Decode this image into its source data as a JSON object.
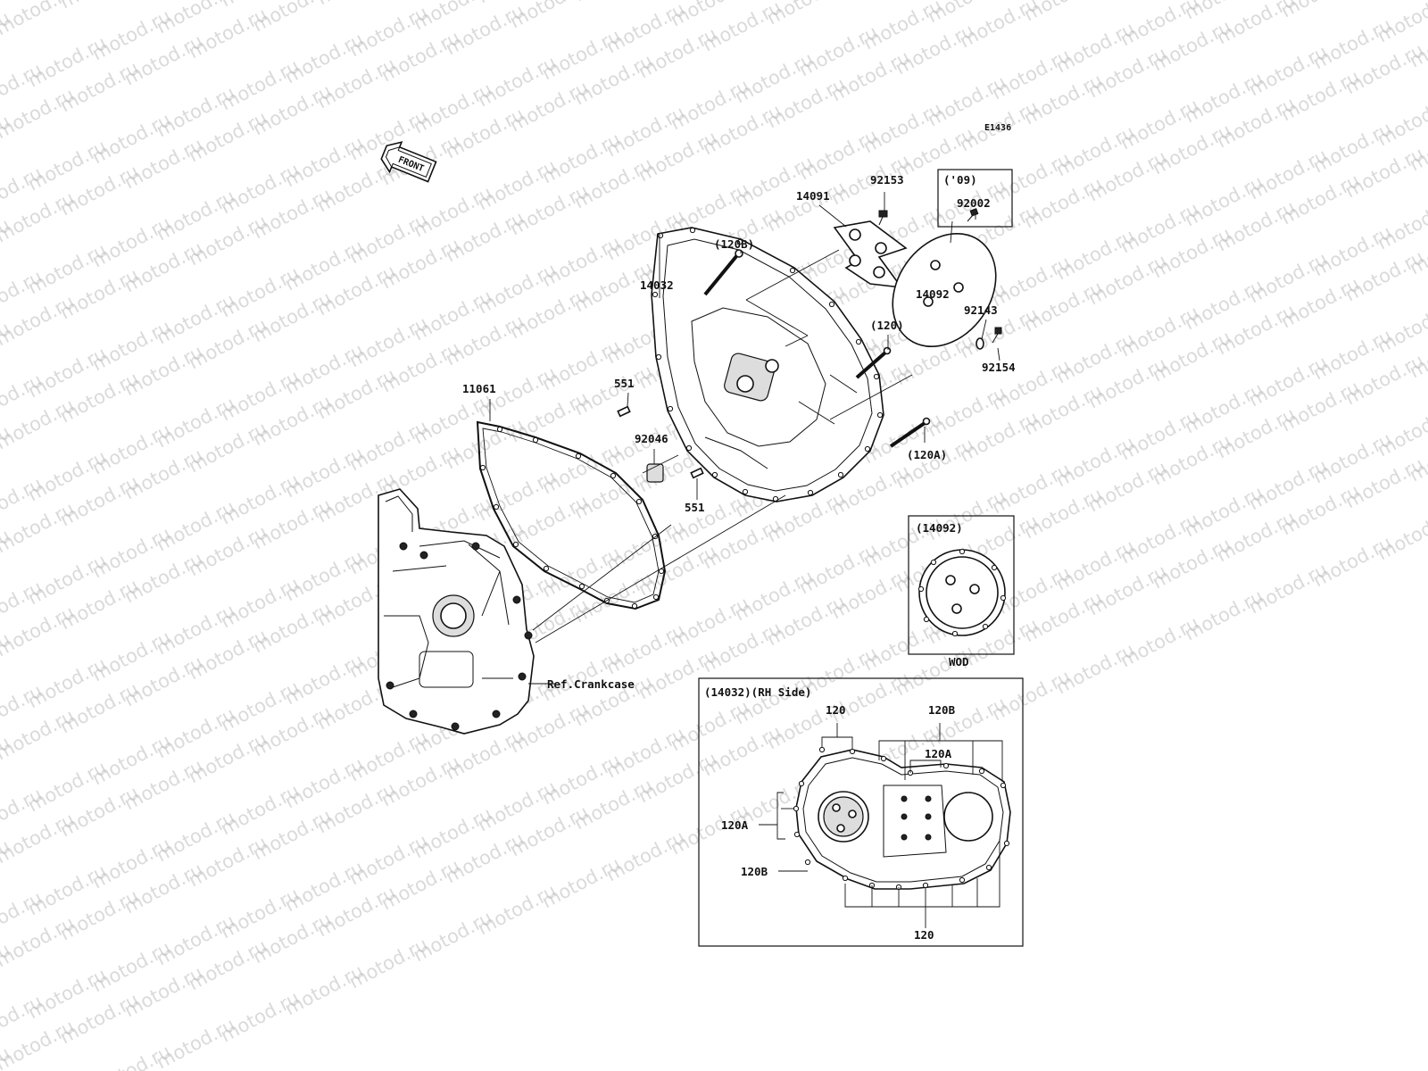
{
  "watermark": "motod.ru",
  "diagram_code": "E1436",
  "front_arrow_label": "FRONT",
  "parts": {
    "p92153": "92153",
    "p14091": "14091",
    "p120B": "(120B)",
    "p14032": "14032",
    "p14092": "14092",
    "p92143": "92143",
    "p120": "(120)",
    "p92154": "92154",
    "p11061": "11061",
    "p551a": "551",
    "p92046": "92046",
    "p551b": "551",
    "p120A": "(120A)",
    "ref_crankcase": "Ref.Crankcase"
  },
  "inset_09": {
    "title": "('09)",
    "part": "92002"
  },
  "inset_14092": {
    "title": "(14092)",
    "caption": "WOD"
  },
  "inset_rh": {
    "title": "(14032)(RH Side)",
    "l120_top": "120",
    "l120B_top": "120B",
    "l120A_top": "120A",
    "l120A_left": "120A",
    "l120B_left": "120B",
    "l120_bottom": "120"
  }
}
